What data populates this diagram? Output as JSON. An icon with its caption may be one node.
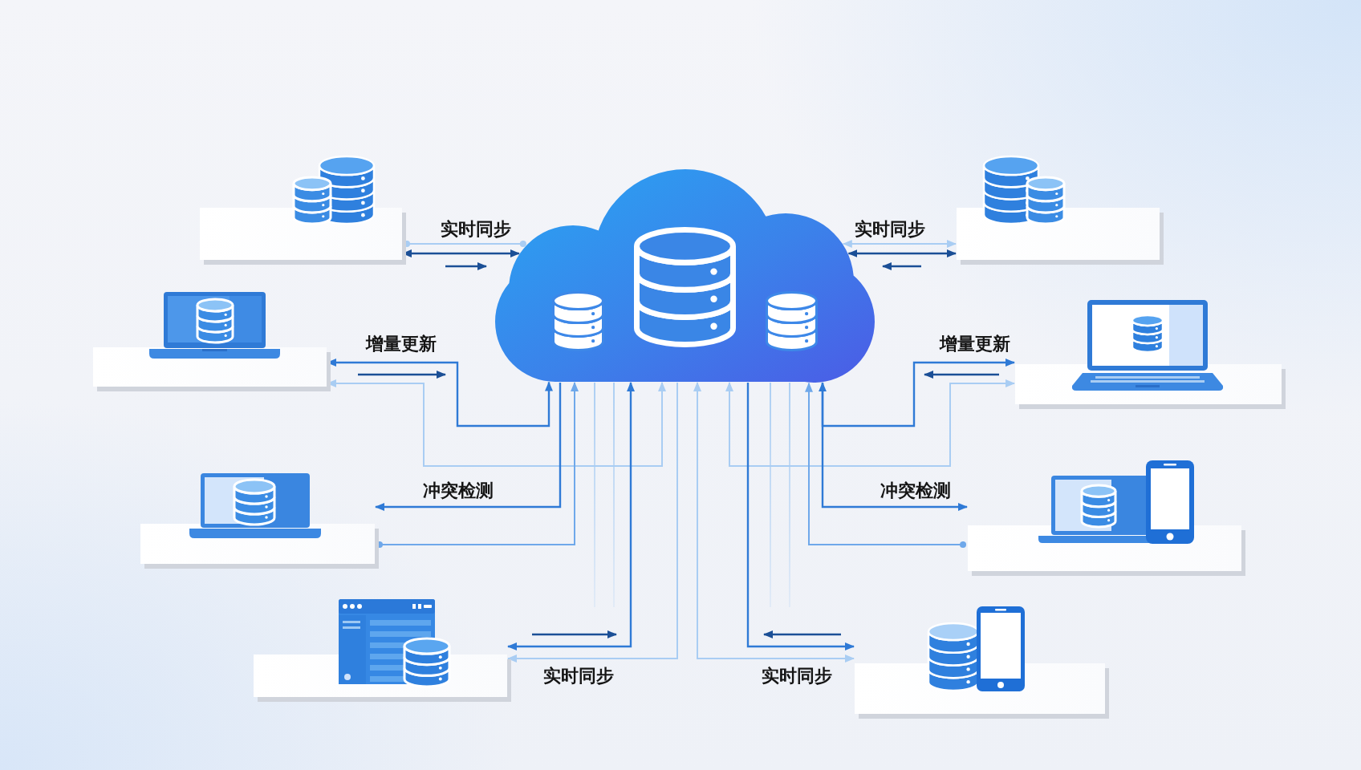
{
  "diagram": {
    "nodes": [
      {
        "text": [],
        "shape": "picture"
      },
      {
        "text": [],
        "shape": "cloud"
      },
      {
        "text": [],
        "shape": "picture"
      },
      {
        "text": [],
        "shape": "picture"
      },
      {
        "text": [],
        "shape": "picture"
      },
      {
        "text": [],
        "shape": "picture"
      },
      {
        "text": [],
        "shape": "picture"
      },
      {
        "text": [],
        "shape": "picture"
      },
      {
        "text": [],
        "shape": "picture"
      }
    ],
    "edges": [
      {
        "from": 0,
        "to": 1,
        "arrow": "other",
        "label": "实时同步"
      },
      {
        "from": 0,
        "to": 1,
        "arrow": "both",
        "color": "#1b4f96"
      },
      {
        "from": 2,
        "to": 1,
        "arrow": "both",
        "label": "实时同步"
      },
      {
        "from": 2,
        "to": 1,
        "arrow": "both",
        "color": "#1b4f96"
      },
      {
        "from": 1,
        "to": 3,
        "arrow": "both",
        "label": "增量更新",
        "color": "#2f7ad6"
      },
      {
        "from": 3,
        "to": 1,
        "arrow": "both"
      },
      {
        "from": 1,
        "to": 4,
        "arrow": "both",
        "label": "增量更新",
        "color": "#2f7ad6"
      },
      {
        "from": 4,
        "to": 1,
        "arrow": "both"
      },
      {
        "from": 1,
        "to": 5,
        "arrow": "to",
        "label": "冲突检测",
        "color": "#2f7ad6"
      },
      {
        "from": 5,
        "to": 1,
        "arrow": "to",
        "color": "#6fa8ea"
      },
      {
        "from": 1,
        "to": 6,
        "arrow": "to",
        "label": "冲突检测",
        "color": "#2f7ad6"
      },
      {
        "from": 6,
        "to": 1,
        "arrow": "to",
        "color": "#6fa8ea"
      },
      {
        "from": 1,
        "to": 7,
        "arrow": "both",
        "color": "#2f7ad6"
      },
      {
        "from": 1,
        "to": 7,
        "arrow": "to",
        "label": "实时同步"
      },
      {
        "from": 1,
        "to": 8,
        "arrow": "to",
        "color": "#2f7ad6"
      },
      {
        "from": 1,
        "to": 8,
        "arrow": "both",
        "label": "实时同步"
      },
      {
        "from": 1,
        "to": null,
        "arrow": "none"
      },
      {
        "from": 1,
        "to": null,
        "arrow": "none"
      },
      {
        "from": 1,
        "to": null,
        "arrow": "none"
      },
      {
        "from": 1,
        "to": null,
        "arrow": "none"
      }
    ]
  }
}
